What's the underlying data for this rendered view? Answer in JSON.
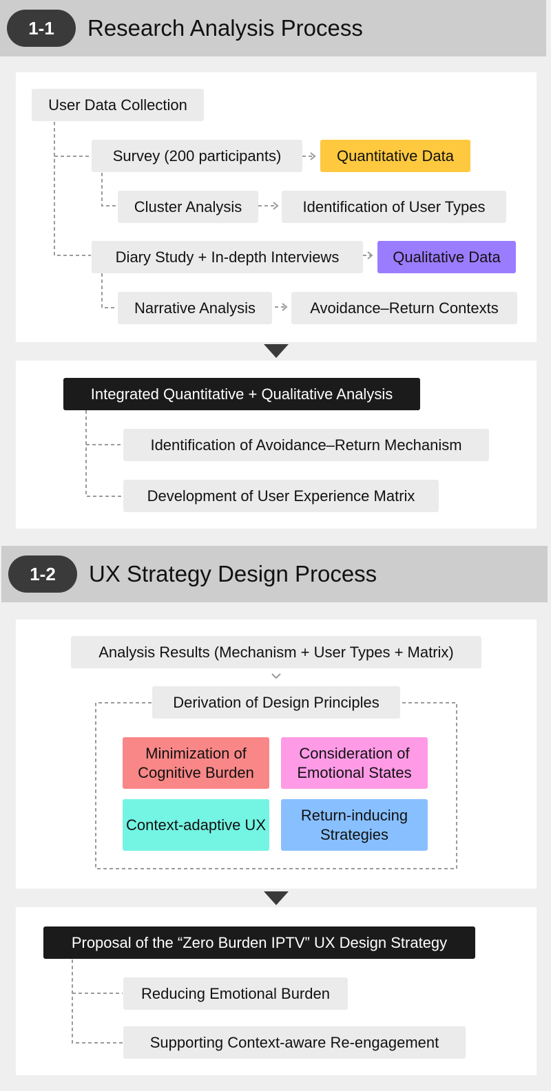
{
  "section1": {
    "badge": "1-1",
    "title": "Research Analysis Process",
    "root": "User Data Collection",
    "survey": "Survey (200 participants)",
    "quant": "Quantitative Data",
    "cluster": "Cluster Analysis",
    "user_types": "Identification of User Types",
    "diary": "Diary Study + In-depth Interviews",
    "qual": "Qualitative Data",
    "narrative": "Narrative Analysis",
    "contexts": "Avoidance–Return Contexts",
    "integrated": "Integrated Quantitative + Qualitative Analysis",
    "mechanism": "Identification of Avoidance–Return Mechanism",
    "matrix": "Development of User Experience Matrix"
  },
  "section2": {
    "badge": "1-2",
    "title": "UX Strategy Design Process",
    "results": "Analysis Results (Mechanism + User Types + Matrix)",
    "derivation": "Derivation of Design Principles",
    "principles": [
      "Minimization of Cognitive Burden",
      "Consideration of Emotional States",
      "Context-adaptive UX",
      "Return-inducing Strategies"
    ],
    "proposal": "Proposal of the “Zero Burden IPTV” UX Design Strategy",
    "emotional": "Reducing Emotional Burden",
    "reengage": "Supporting Context-aware Re-engagement"
  },
  "colors": {
    "quantitative": "#ffc93f",
    "qualitative": "#9a7cff",
    "cognitive": "#fa8787",
    "emotional": "#ff9be6",
    "context": "#74f4e3",
    "return": "#88c0ff"
  }
}
